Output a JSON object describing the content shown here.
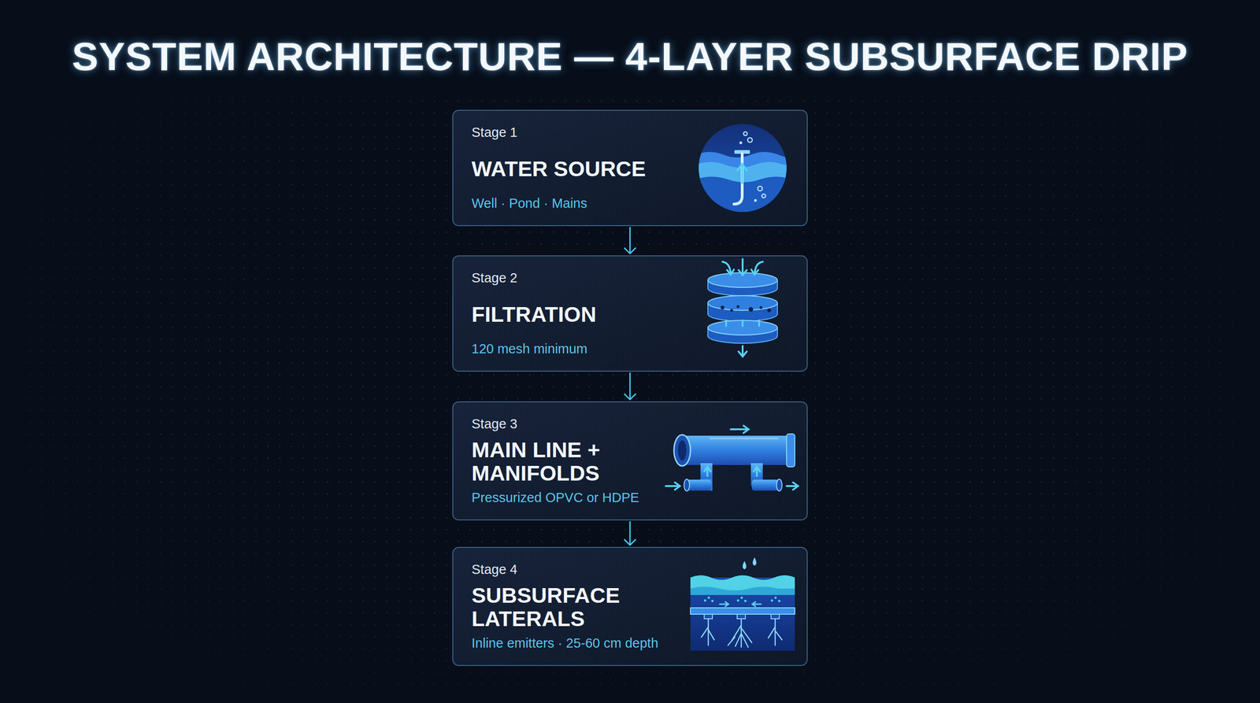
{
  "diagram": {
    "title": "SYSTEM ARCHITECTURE — 4-LAYER SUBSURFACE DRIP",
    "nodes": [
      {
        "text": [
          "Stage 1",
          "WATER SOURCE",
          "Well · Pond · Mains"
        ]
      },
      {
        "text": [
          "Stage 2",
          "FILTRATION",
          "120 mesh minimum"
        ]
      },
      {
        "text": [
          "Stage 3",
          "MAIN LINE + MANIFOLDS",
          "Pressurized OPVC or HDPE"
        ]
      },
      {
        "text": [
          "Stage 4",
          "SUBSURFACE LATERALS",
          "Inline emitters · 25-60 cm depth"
        ]
      }
    ],
    "edges": [
      {
        "from": 0,
        "to": 1,
        "arrow": "to"
      },
      {
        "from": 1,
        "to": 2,
        "arrow": "to"
      },
      {
        "from": 2,
        "to": 3,
        "arrow": "to"
      }
    ]
  }
}
